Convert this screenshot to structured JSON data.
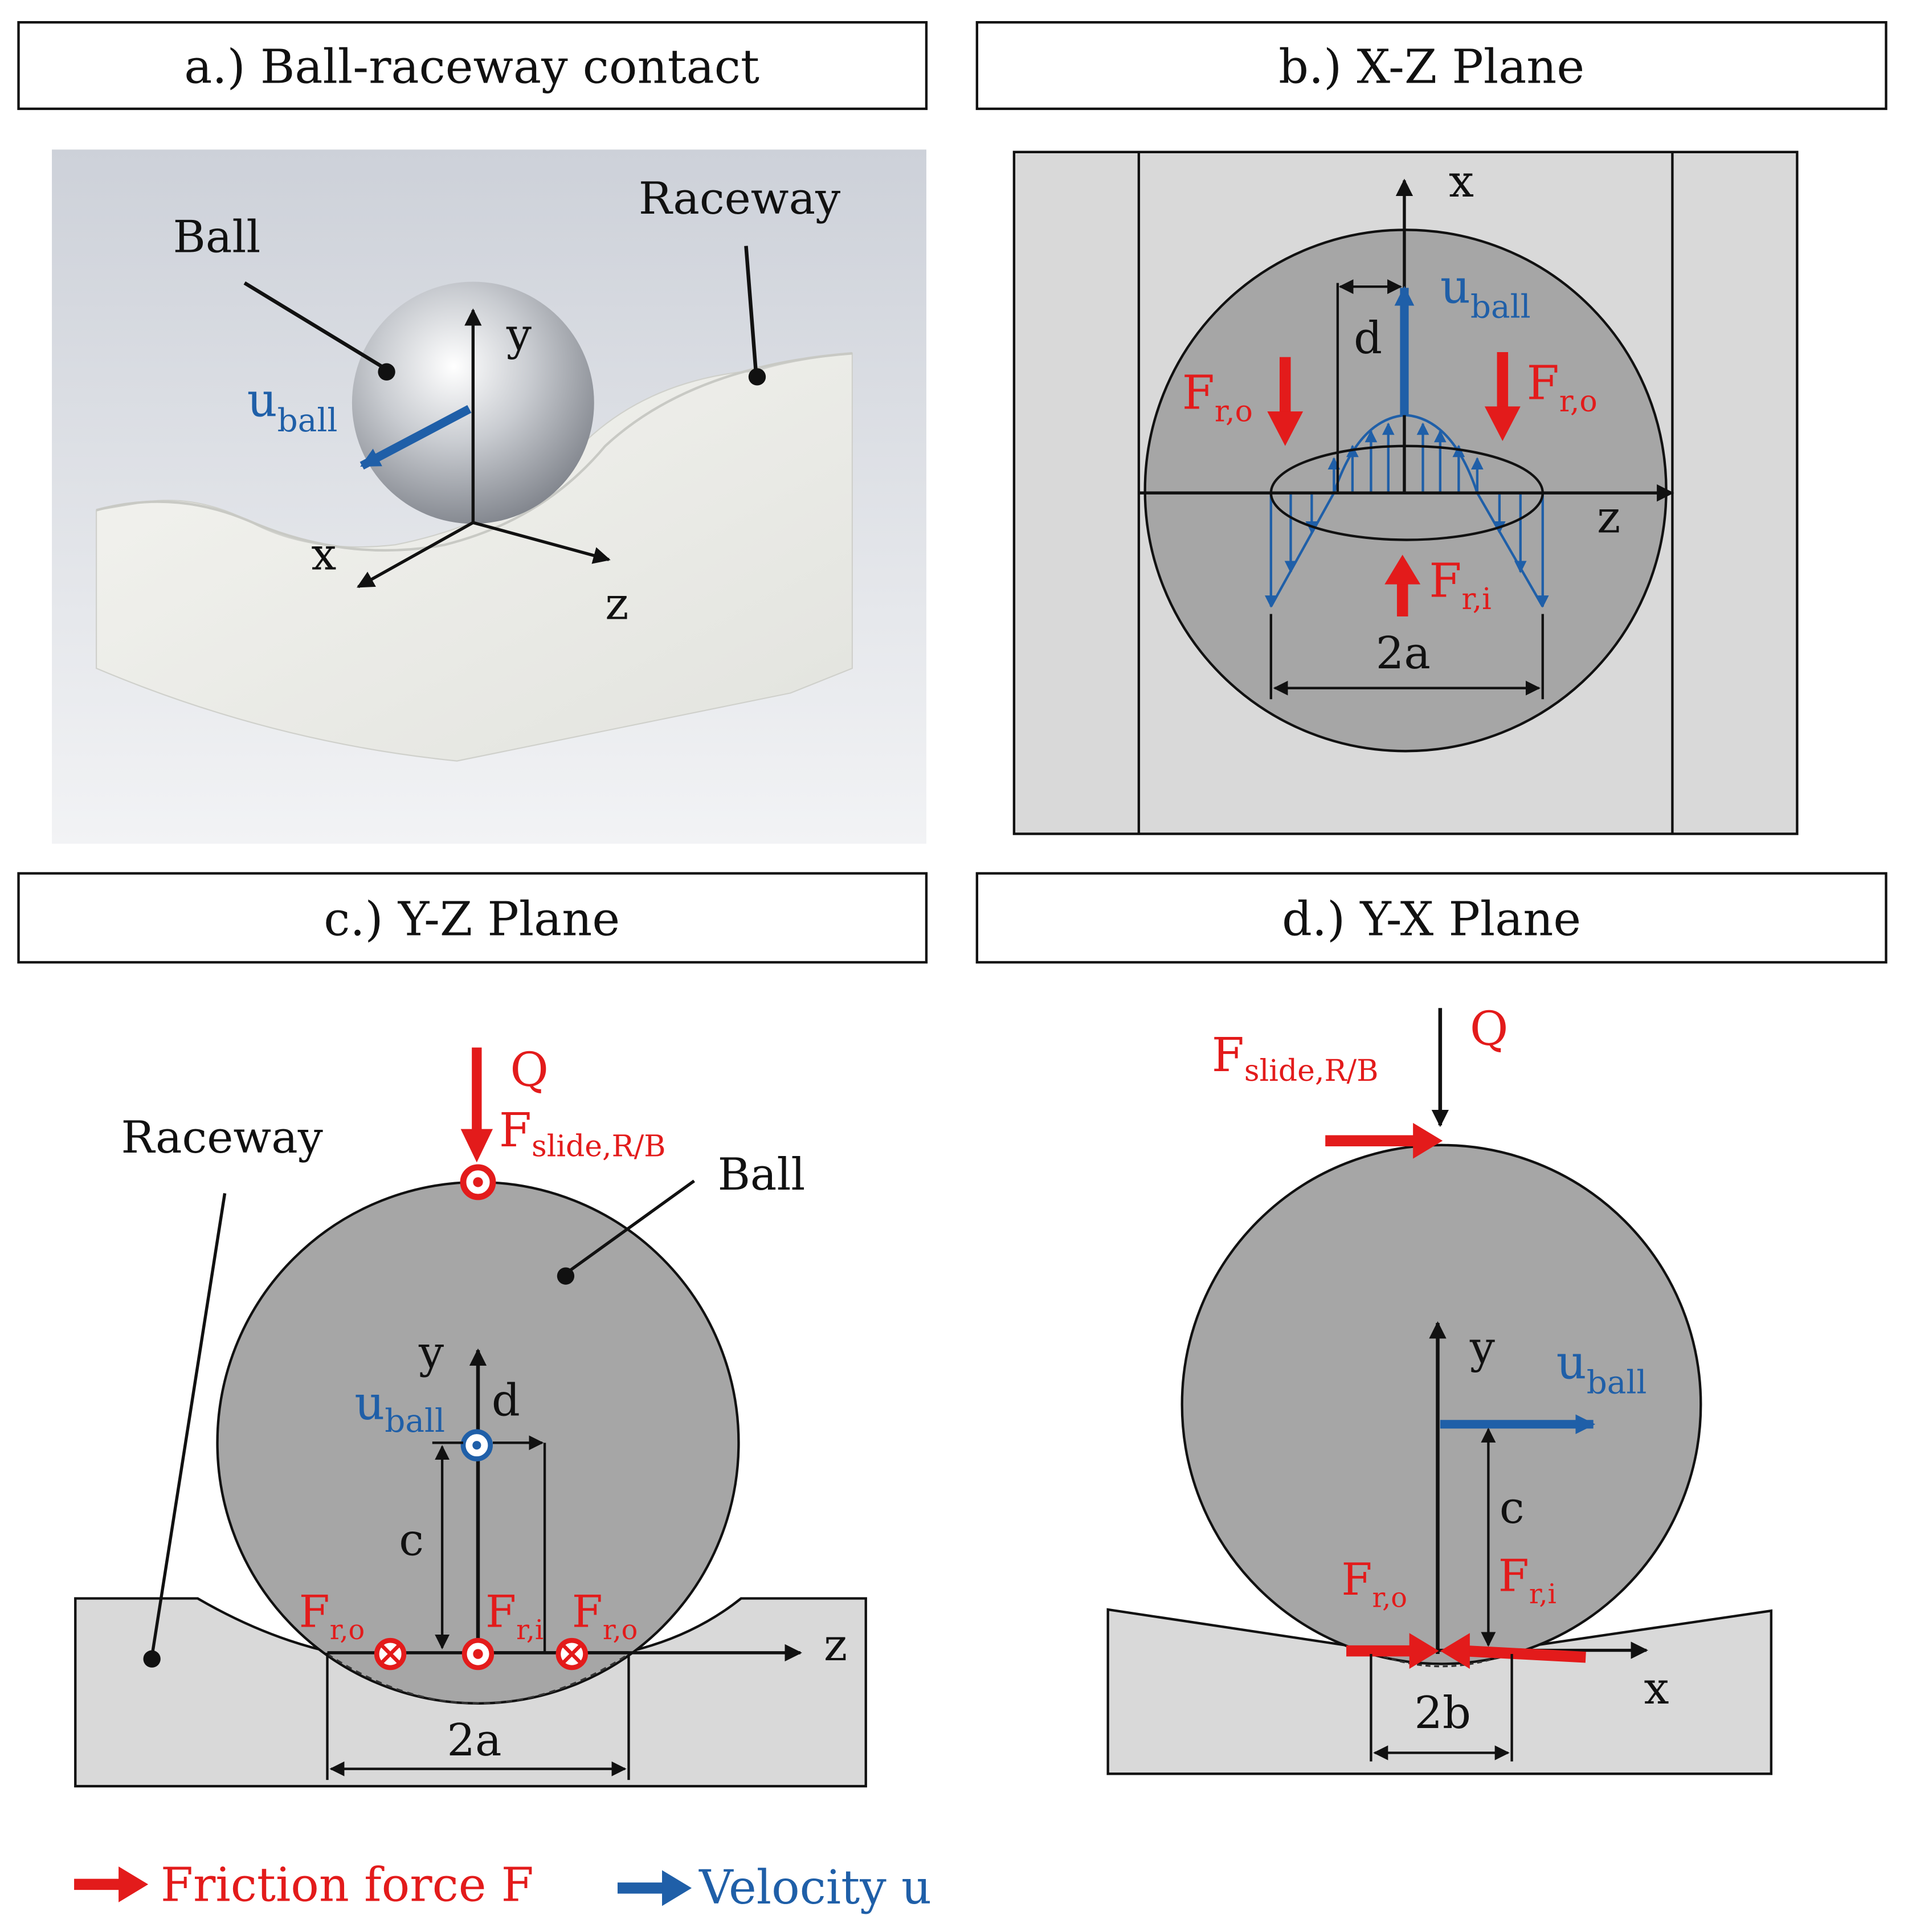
{
  "panels": {
    "a": {
      "title": "a.) Ball-raceway contact",
      "ball": "Ball",
      "raceway": "Raceway",
      "u_main": "u",
      "u_sub": "ball",
      "axis_y": "y",
      "axis_x": "x",
      "axis_z": "z"
    },
    "b": {
      "title": "b.) X-Z Plane",
      "axis_x": "x",
      "axis_z": "z",
      "u_main": "u",
      "u_sub": "ball",
      "d": "d",
      "fro_main": "F",
      "fro_sub": "r,o",
      "fri_main": "F",
      "fri_sub": "r,i",
      "dim_2a": "2a"
    },
    "c": {
      "title": "c.) Y-Z Plane",
      "raceway": "Raceway",
      "ball": "Ball",
      "q": "Q",
      "fslide_main": "F",
      "fslide_sub": "slide,R/B",
      "axis_y": "y",
      "axis_z": "z",
      "u_main": "u",
      "u_sub": "ball",
      "d": "d",
      "c": "c",
      "fro_main": "F",
      "fro_sub": "r,o",
      "fri_main": "F",
      "fri_sub": "r,i",
      "dim_2a": "2a"
    },
    "d": {
      "title": "d.) Y-X Plane",
      "fslide_main": "F",
      "fslide_sub": "slide,R/B",
      "q": "Q",
      "axis_y": "y",
      "axis_x": "x",
      "u_main": "u",
      "u_sub": "ball",
      "c": "c",
      "fro_main": "F",
      "fro_sub": "r,o",
      "fri_main": "F",
      "fri_sub": "r,i",
      "dim_2b": "2b"
    }
  },
  "legend": {
    "friction": "Friction force F",
    "velocity": "Velocity u"
  },
  "colors": {
    "force": "#e31b1b",
    "velocity": "#1f5fa8",
    "ball": "#a9a9a9",
    "raceway": "#d9d9d9"
  }
}
